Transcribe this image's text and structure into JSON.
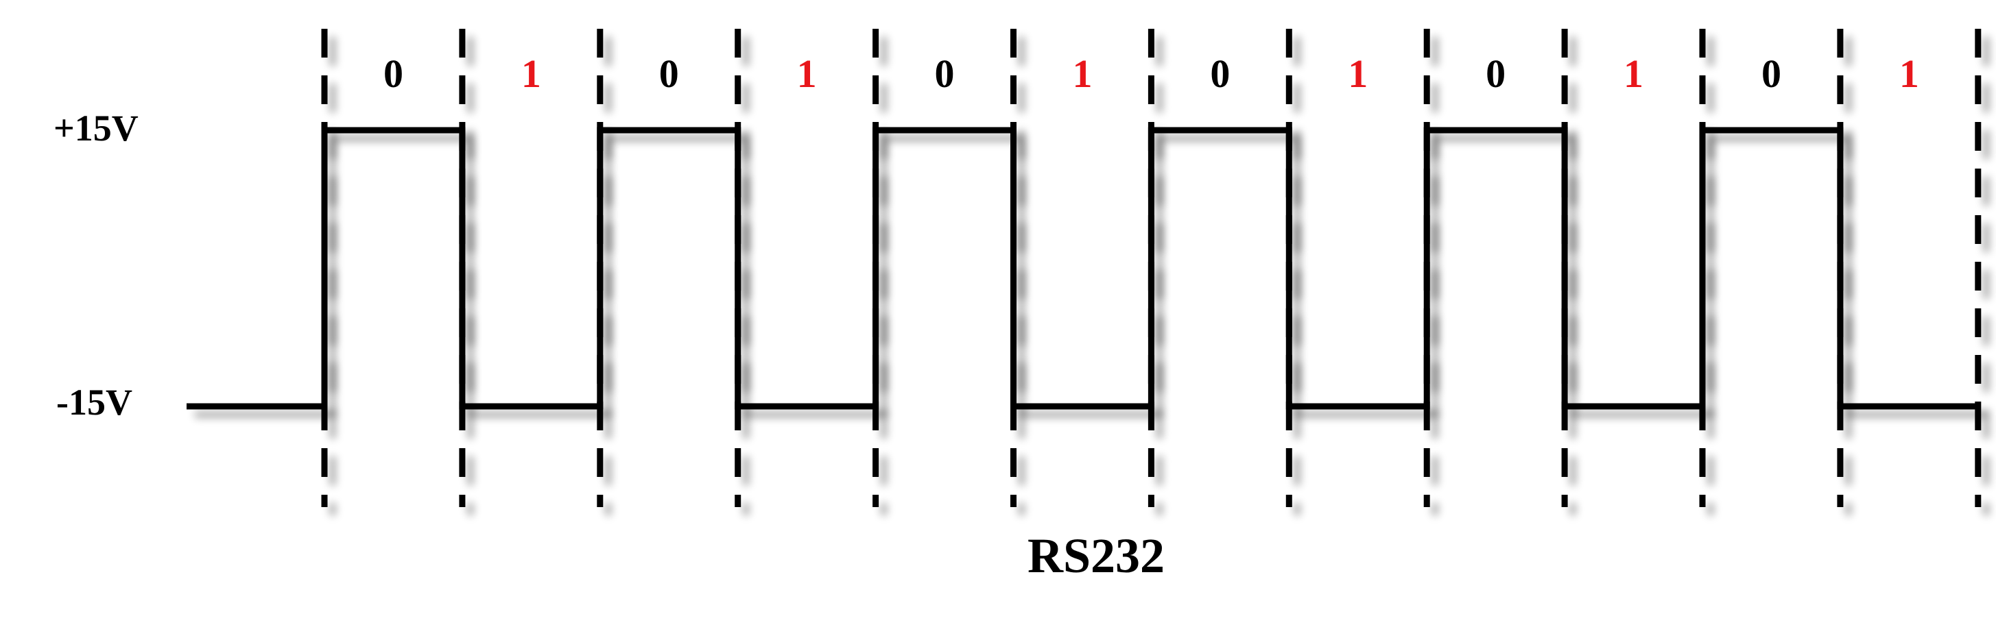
{
  "diagram": {
    "title": "RS232",
    "levels": {
      "high_label": "+15V",
      "low_label": "-15V"
    },
    "bits": [
      "0",
      "1",
      "0",
      "1",
      "0",
      "1",
      "0",
      "1",
      "0",
      "1",
      "0",
      "1"
    ],
    "bit_colors": {
      "0": "#000000",
      "1": "#e8161b"
    },
    "signal_color": "#000000"
  }
}
